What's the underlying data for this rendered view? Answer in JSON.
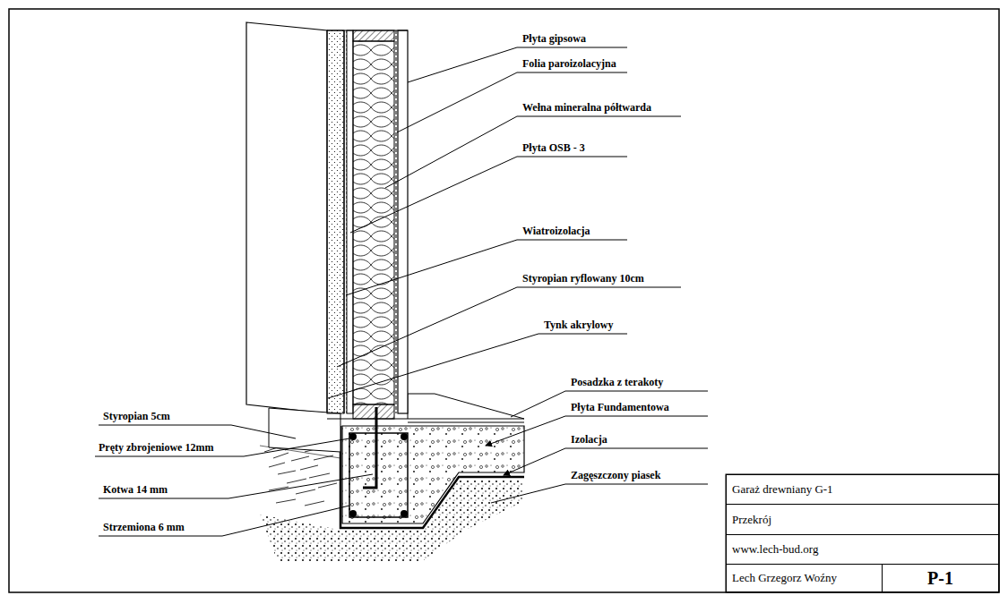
{
  "diagram": {
    "nodes": [
      {
        "text": [
          "Garaż drewniany G-1"
        ]
      },
      {
        "text": [
          "Przekrój"
        ]
      },
      {
        "text": [
          "www.lech-bud.org"
        ]
      },
      {
        "text": [
          "Lech Grzegorz Woźny"
        ]
      },
      {
        "text": [
          "P-1"
        ]
      }
    ],
    "labels": [
      "Płyta gipsowa",
      "Folia paroizolacyjna",
      "Wełna mineralna półtwarda",
      "Płyta OSB - 3",
      "Wiatroizolacja",
      "Styropian ryflowany 10cm",
      "Tynk akrylowy",
      "Posadzka z terakoty",
      "Płyta Fundamentowa",
      "Izolacja",
      "Zagęszczony piasek",
      "Styropian 5cm",
      "Pręty zbrojeniowe 12mm",
      "Kotwa 14 mm",
      "Strzemiona 6 mm"
    ]
  }
}
